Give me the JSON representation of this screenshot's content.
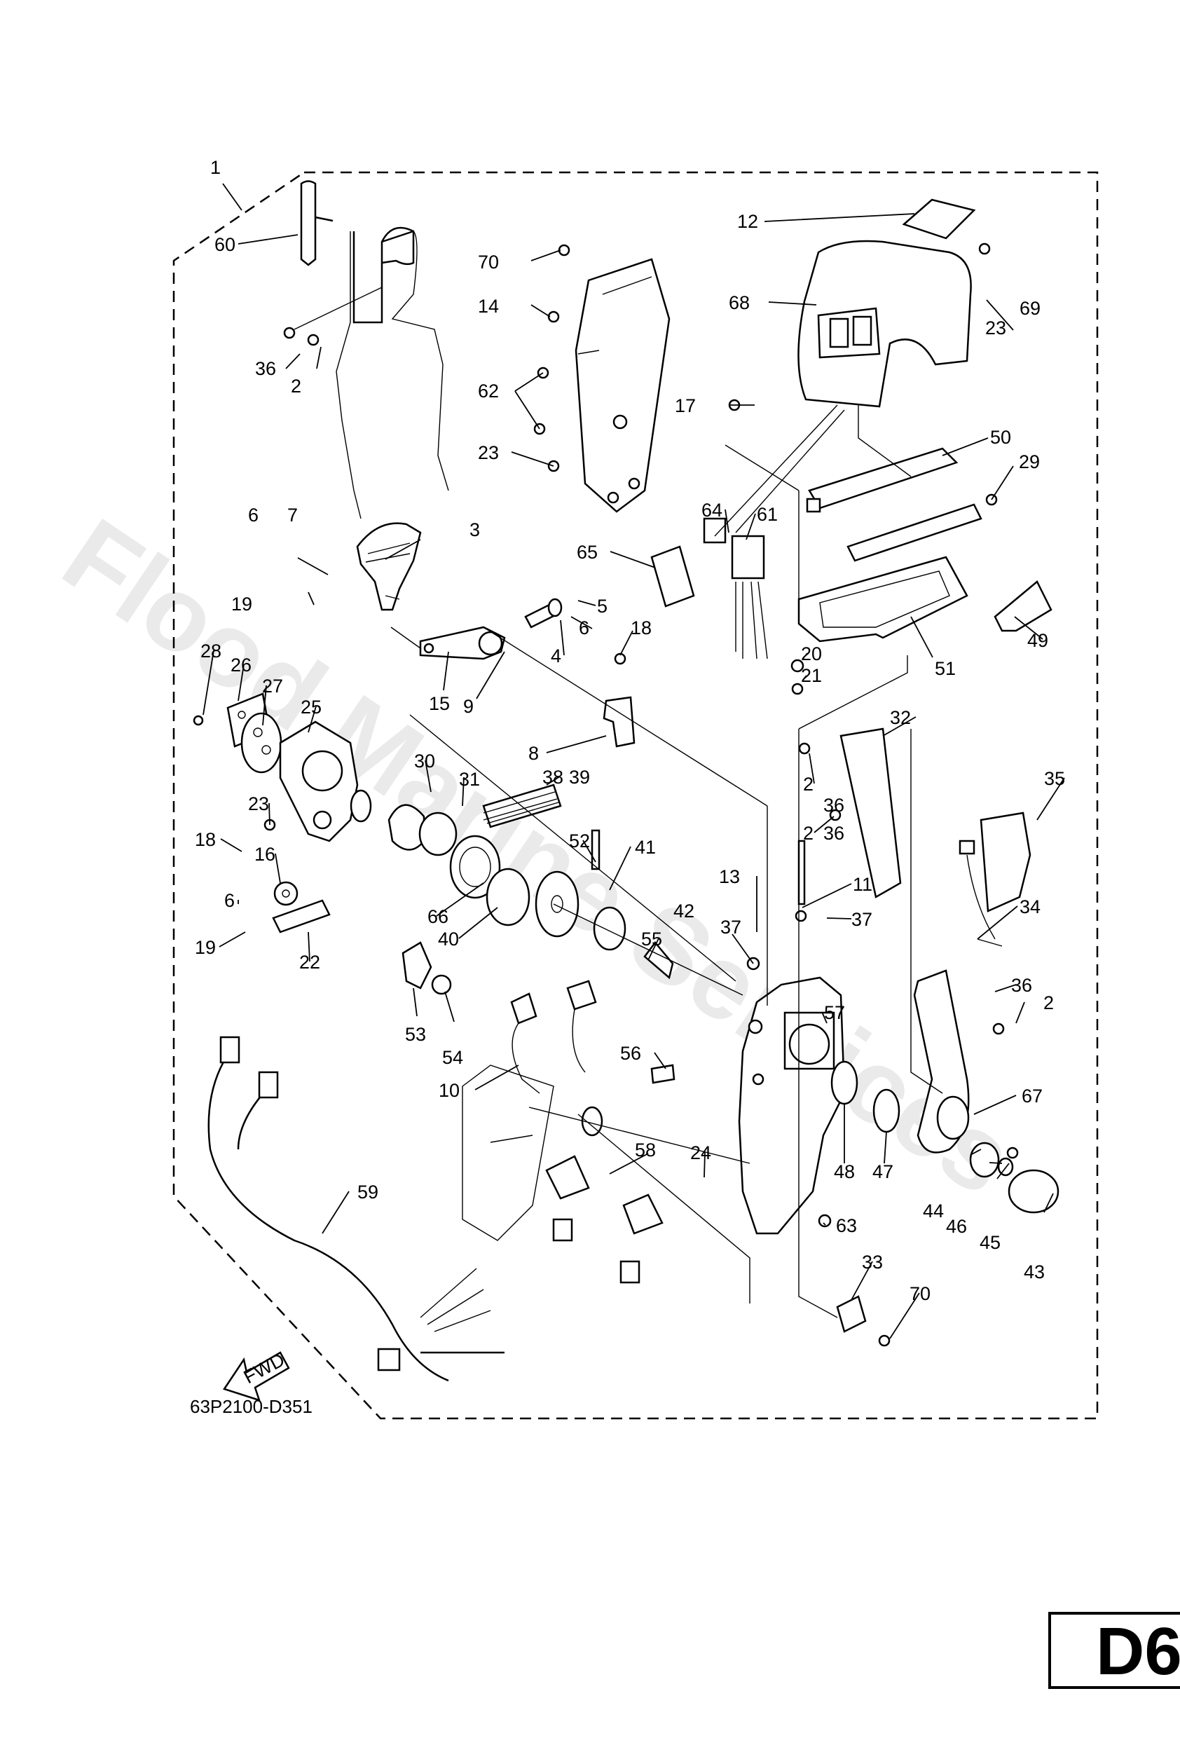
{
  "diagram_code": "63P2100-D351",
  "page_number": "D6",
  "watermark": "Flood Marine Services",
  "fwd_label": "FWD",
  "callouts": [
    "1",
    "60",
    "36",
    "2",
    "70",
    "14",
    "62",
    "23",
    "12",
    "68",
    "23",
    "69",
    "17",
    "50",
    "29",
    "64",
    "61",
    "65",
    "6",
    "7",
    "3",
    "19",
    "5",
    "6",
    "18",
    "4",
    "28",
    "26",
    "27",
    "25",
    "15",
    "9",
    "8",
    "20",
    "21",
    "51",
    "49",
    "30",
    "31",
    "39",
    "38",
    "32",
    "35",
    "23",
    "2",
    "36",
    "2",
    "36",
    "18",
    "16",
    "52",
    "41",
    "13",
    "11",
    "42",
    "37",
    "37",
    "6",
    "66",
    "40",
    "55",
    "34",
    "19",
    "22",
    "57",
    "36",
    "2",
    "53",
    "54",
    "56",
    "10",
    "67",
    "58",
    "48",
    "47",
    "44",
    "46",
    "45",
    "43",
    "24",
    "63",
    "59",
    "33",
    "70"
  ]
}
